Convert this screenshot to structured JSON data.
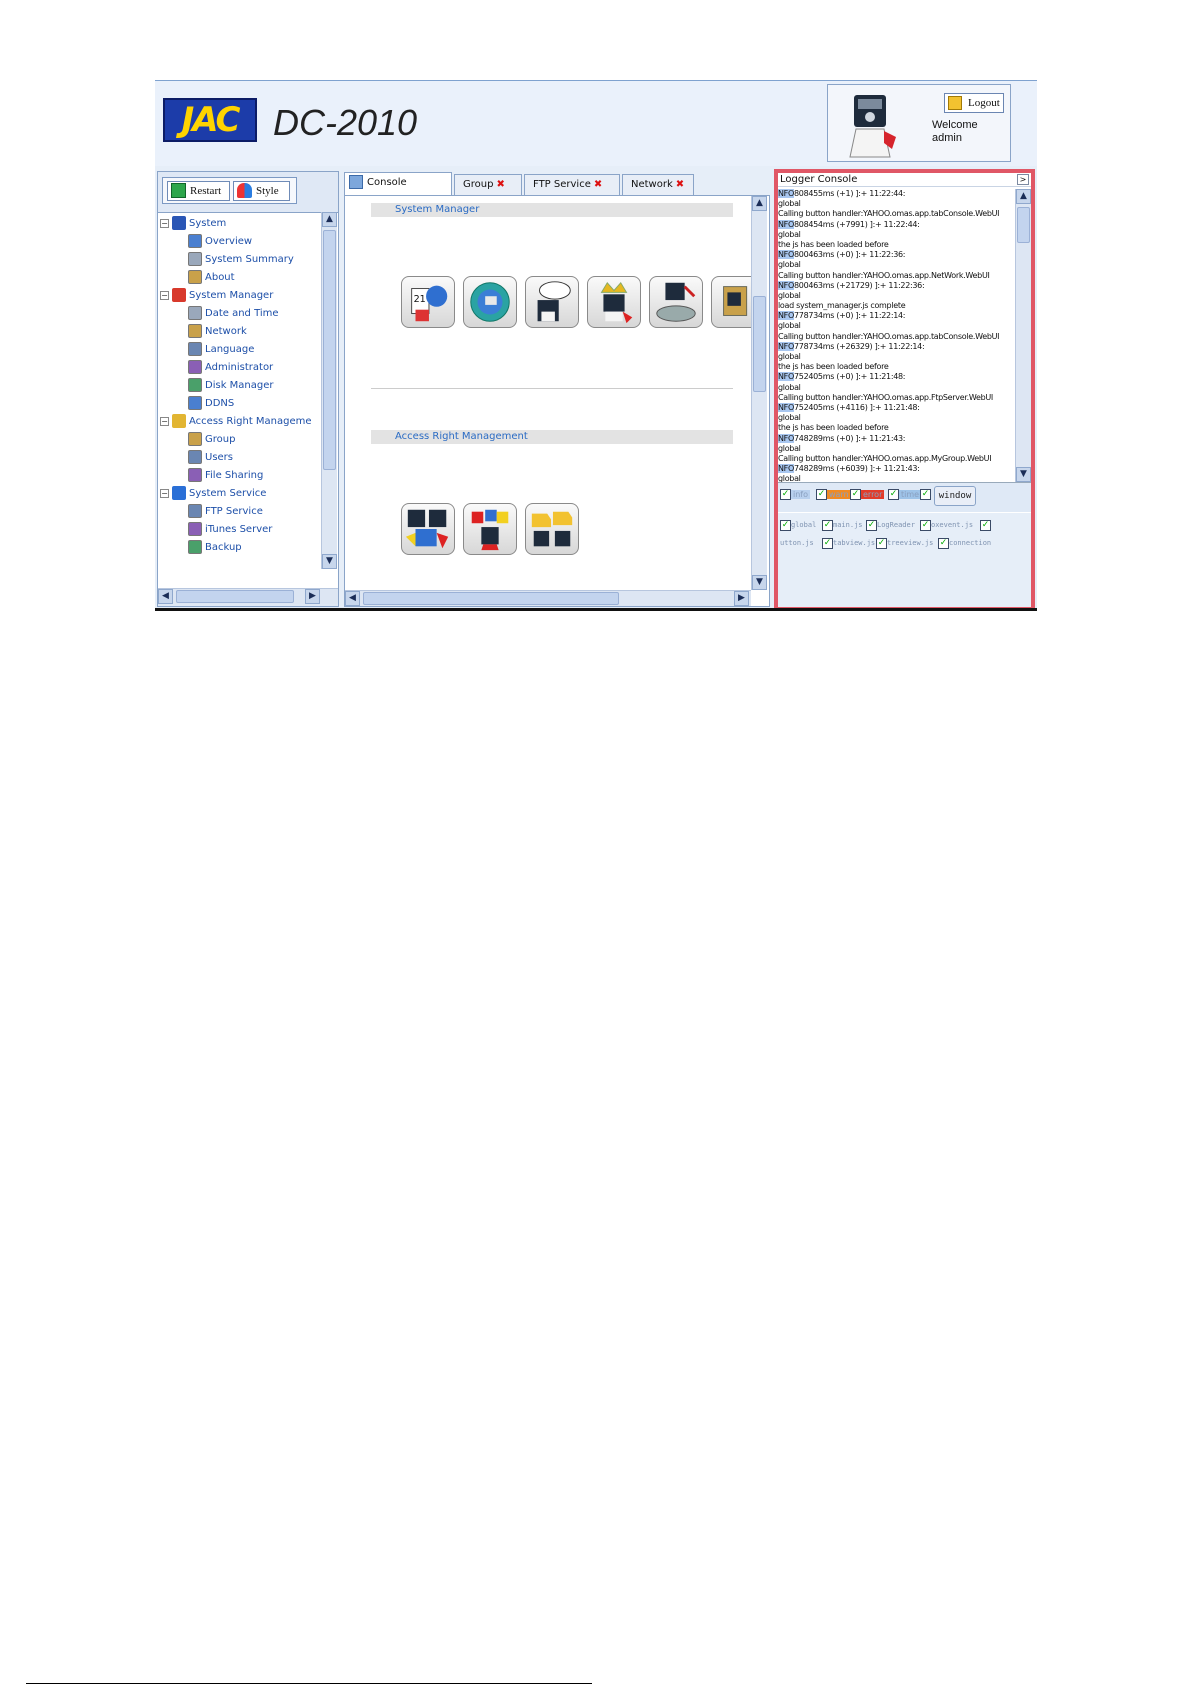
{
  "brand": {
    "logo_text": "JAC",
    "product": "DC-2010"
  },
  "user": {
    "logout_label": "Logout",
    "welcome": "Welcome admin"
  },
  "toolbar": {
    "restart_label": "Restart",
    "style_label": "Style"
  },
  "tree": {
    "groups": [
      {
        "label": "System",
        "items": [
          "Overview",
          "System Summary",
          "About"
        ]
      },
      {
        "label": "System Manager",
        "items": [
          "Date and Time",
          "Network",
          "Language",
          "Administrator",
          "Disk Manager",
          "DDNS"
        ]
      },
      {
        "label": "Access Right Manageme",
        "items": [
          "Group",
          "Users",
          "File Sharing"
        ]
      },
      {
        "label": "System Service",
        "items": [
          "FTP Service",
          "iTunes Server",
          "Backup"
        ]
      }
    ]
  },
  "tabs": [
    {
      "label": "Console",
      "active": true,
      "closable": false
    },
    {
      "label": "Group",
      "active": false,
      "closable": true
    },
    {
      "label": "FTP Service",
      "active": false,
      "closable": true
    },
    {
      "label": "Network",
      "active": false,
      "closable": true
    }
  ],
  "close_glyph": "✖",
  "sections": [
    {
      "title": "System Manager",
      "icons": [
        "date-time-icon",
        "network-globe-icon",
        "language-icon",
        "administrator-crown-icon",
        "disk-manager-icon",
        "ddns-icon"
      ]
    },
    {
      "title": "Access Right Management",
      "icons": [
        "group-icon",
        "users-icon",
        "file-sharing-icon"
      ]
    }
  ],
  "logger": {
    "title": "Logger Console",
    "lines": [
      {
        "p": "NFO",
        "t": "808455ms (+1) ]:+ 11:22:44:"
      },
      {
        "p": "",
        "t": "global"
      },
      {
        "p": "",
        "t": "Calling button handler:YAHOO.omas.app.tabConsole.WebUI"
      },
      {
        "p": "NFO",
        "t": "808454ms (+7991) ]:+ 11:22:44:"
      },
      {
        "p": "",
        "t": "global"
      },
      {
        "p": "",
        "t": "the js has been loaded before"
      },
      {
        "p": "NFO",
        "t": "800463ms (+0) ]:+ 11:22:36:"
      },
      {
        "p": "",
        "t": "global"
      },
      {
        "p": "",
        "t": "Calling button handler:YAHOO.omas.app.NetWork.WebUI"
      },
      {
        "p": "NFO",
        "t": "800463ms (+21729) ]:+ 11:22:36:"
      },
      {
        "p": "",
        "t": "global"
      },
      {
        "p": "",
        "t": "load system_manager.js complete"
      },
      {
        "p": "NFO",
        "t": "778734ms (+0) ]:+ 11:22:14:"
      },
      {
        "p": "",
        "t": "global"
      },
      {
        "p": "",
        "t": "Calling button handler:YAHOO.omas.app.tabConsole.WebUI"
      },
      {
        "p": "NFO",
        "t": "778734ms (+26329) ]:+ 11:22:14:"
      },
      {
        "p": "",
        "t": "global"
      },
      {
        "p": "",
        "t": "the js has been loaded before"
      },
      {
        "p": "NFO",
        "t": "752405ms (+0) ]:+ 11:21:48:"
      },
      {
        "p": "",
        "t": "global"
      },
      {
        "p": "",
        "t": "Calling button handler:YAHOO.omas.app.FtpServer.WebUI"
      },
      {
        "p": "NFO",
        "t": "752405ms (+4116) ]:+ 11:21:48:"
      },
      {
        "p": "",
        "t": "global"
      },
      {
        "p": "",
        "t": "the js has been loaded before"
      },
      {
        "p": "NFO",
        "t": "748289ms (+0) ]:+ 11:21:43:"
      },
      {
        "p": "",
        "t": "global"
      },
      {
        "p": "",
        "t": "Calling button handler:YAHOO.omas.app.MyGroup.WebUI"
      },
      {
        "p": "NFO",
        "t": "748289ms (+6039) ]:+ 11:21:43:"
      },
      {
        "p": "",
        "t": "global"
      }
    ],
    "filters": [
      {
        "label": "info",
        "color": "#b8d0ee"
      },
      {
        "label": "warn",
        "color": "#f08a24"
      },
      {
        "label": "error",
        "color": "#e23b2a"
      },
      {
        "label": "time",
        "color": "#9ec3e8"
      }
    ],
    "window_label": "window",
    "sources_row1": [
      "global",
      "main.js",
      "LogReader",
      "oxevent.js",
      ""
    ],
    "sources_row2": [
      "utton.js",
      "tabview.js",
      "treeview.js",
      "connection"
    ]
  }
}
